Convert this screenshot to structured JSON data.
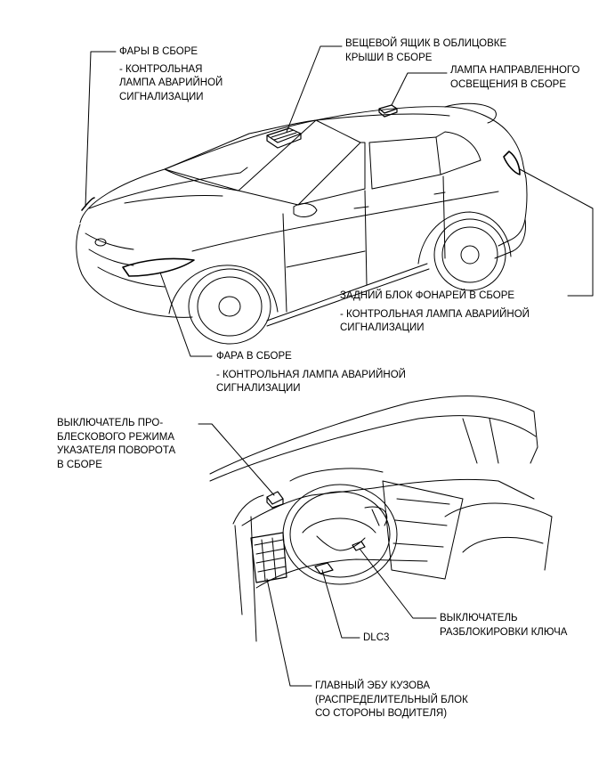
{
  "callouts": {
    "headlamps": {
      "title": "ФАРЫ В СБОРЕ",
      "sub": [
        "- КОНТРОЛЬНАЯ",
        "ЛАМПА АВАРИЙНОЙ",
        "СИГНАЛИЗАЦИИ"
      ]
    },
    "roof_console": {
      "title": [
        "ВЕЩЕВОЙ ЯЩИК В ОБЛИЦОВКЕ",
        "КРЫШИ В СБОРЕ"
      ]
    },
    "map_lamp": {
      "title": [
        "ЛАМПА НАПРАВЛЕННОГО",
        "ОСВЕЩЕНИЯ В СБОРЕ"
      ]
    },
    "rear_lamp": {
      "title": "ЗАДНИЙ БЛОК ФОНАРЕЙ В СБОРЕ",
      "sub": [
        "- КОНТРОЛЬНАЯ ЛАМПА АВАРИЙНОЙ",
        "СИГНАЛИЗАЦИИ"
      ]
    },
    "headlamp": {
      "title": "ФАРА В СБОРЕ",
      "sub": [
        "- КОНТРОЛЬНАЯ ЛАМПА АВАРИЙНОЙ",
        "СИГНАЛИЗАЦИИ"
      ]
    },
    "flasher_switch": {
      "title": [
        "ВЫКЛЮЧАТЕЛЬ ПРО-",
        "БЛЕСКОВОГО РЕЖИМА",
        "УКАЗАТЕЛЯ ПОВОРОТА",
        "В СБОРЕ"
      ]
    },
    "key_unlock_switch": {
      "title": [
        "ВЫКЛЮЧАТЕЛЬ",
        "РАЗБЛОКИРОВКИ КЛЮЧА"
      ]
    },
    "dlc3": {
      "title": "DLC3"
    },
    "main_body_ecu": {
      "title": [
        "ГЛАВНЫЙ ЭБУ КУЗОВА",
        "(РАСПРЕДЕЛИТЕЛЬНЫЙ БЛОК",
        "СО СТОРОНЫ ВОДИТЕЛЯ)"
      ]
    }
  }
}
